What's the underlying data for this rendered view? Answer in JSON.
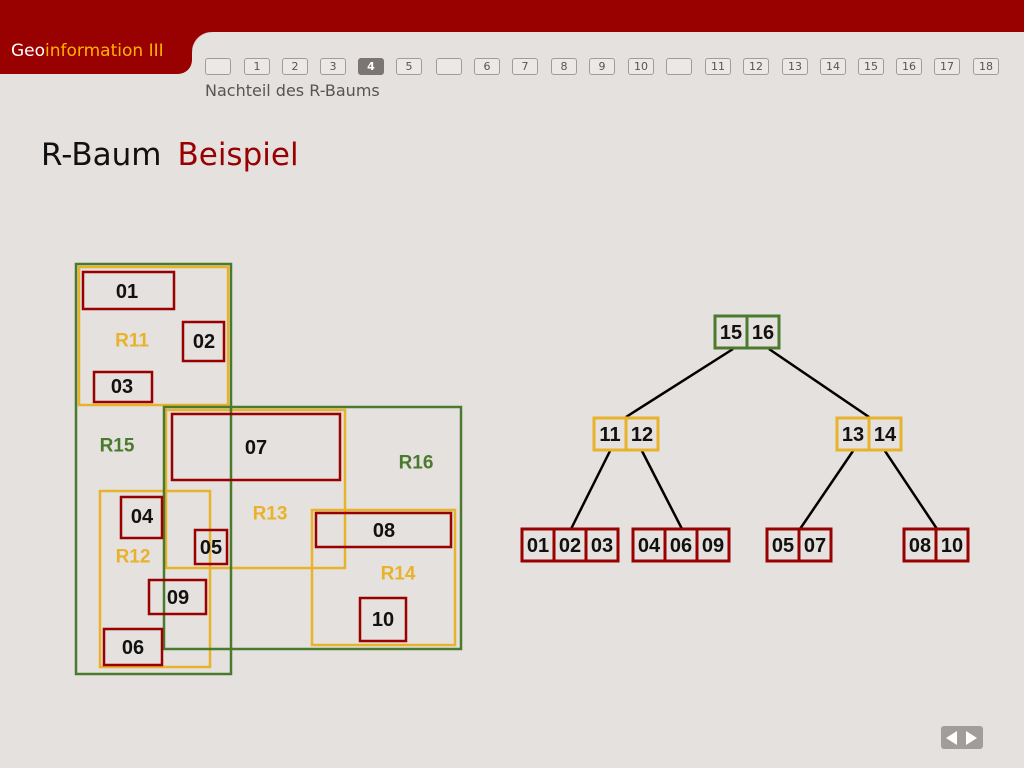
{
  "header": {
    "brand_prefix": "Geo",
    "brand_suffix": "information III",
    "colors": {
      "bar": "#990000",
      "brand_suffix": "#ffb400"
    }
  },
  "nav": {
    "buttons": [
      "",
      "1",
      "2",
      "3",
      "4",
      "5",
      "",
      "6",
      "7",
      "8",
      "9",
      "10",
      "",
      "11",
      "12",
      "13",
      "14",
      "15",
      "16",
      "17",
      "18"
    ],
    "active_label": "4"
  },
  "subtitle": "Nachteil des R-Baums",
  "title": {
    "main": "R-Baum",
    "accent": "Beispiel"
  },
  "colors": {
    "leaf": "#990000",
    "level1": "#e8b22a",
    "root": "#4a7a2e",
    "label_text": "#111111"
  },
  "spatial": {
    "leaf_labels": [
      "01",
      "02",
      "03",
      "04",
      "05",
      "06",
      "07",
      "08",
      "09",
      "10"
    ],
    "region_labels": [
      "R11",
      "R12",
      "R13",
      "R14",
      "R15",
      "R16"
    ]
  },
  "tree": {
    "root": [
      "15",
      "16"
    ],
    "level1": [
      [
        "11",
        "12"
      ],
      [
        "13",
        "14"
      ]
    ],
    "leaves": [
      [
        "01",
        "02",
        "03"
      ],
      [
        "04",
        "06",
        "09"
      ],
      [
        "05",
        "07"
      ],
      [
        "08",
        "10"
      ]
    ]
  },
  "pager": {
    "prev_icon": "triangle-left-icon",
    "next_icon": "triangle-right-icon"
  }
}
